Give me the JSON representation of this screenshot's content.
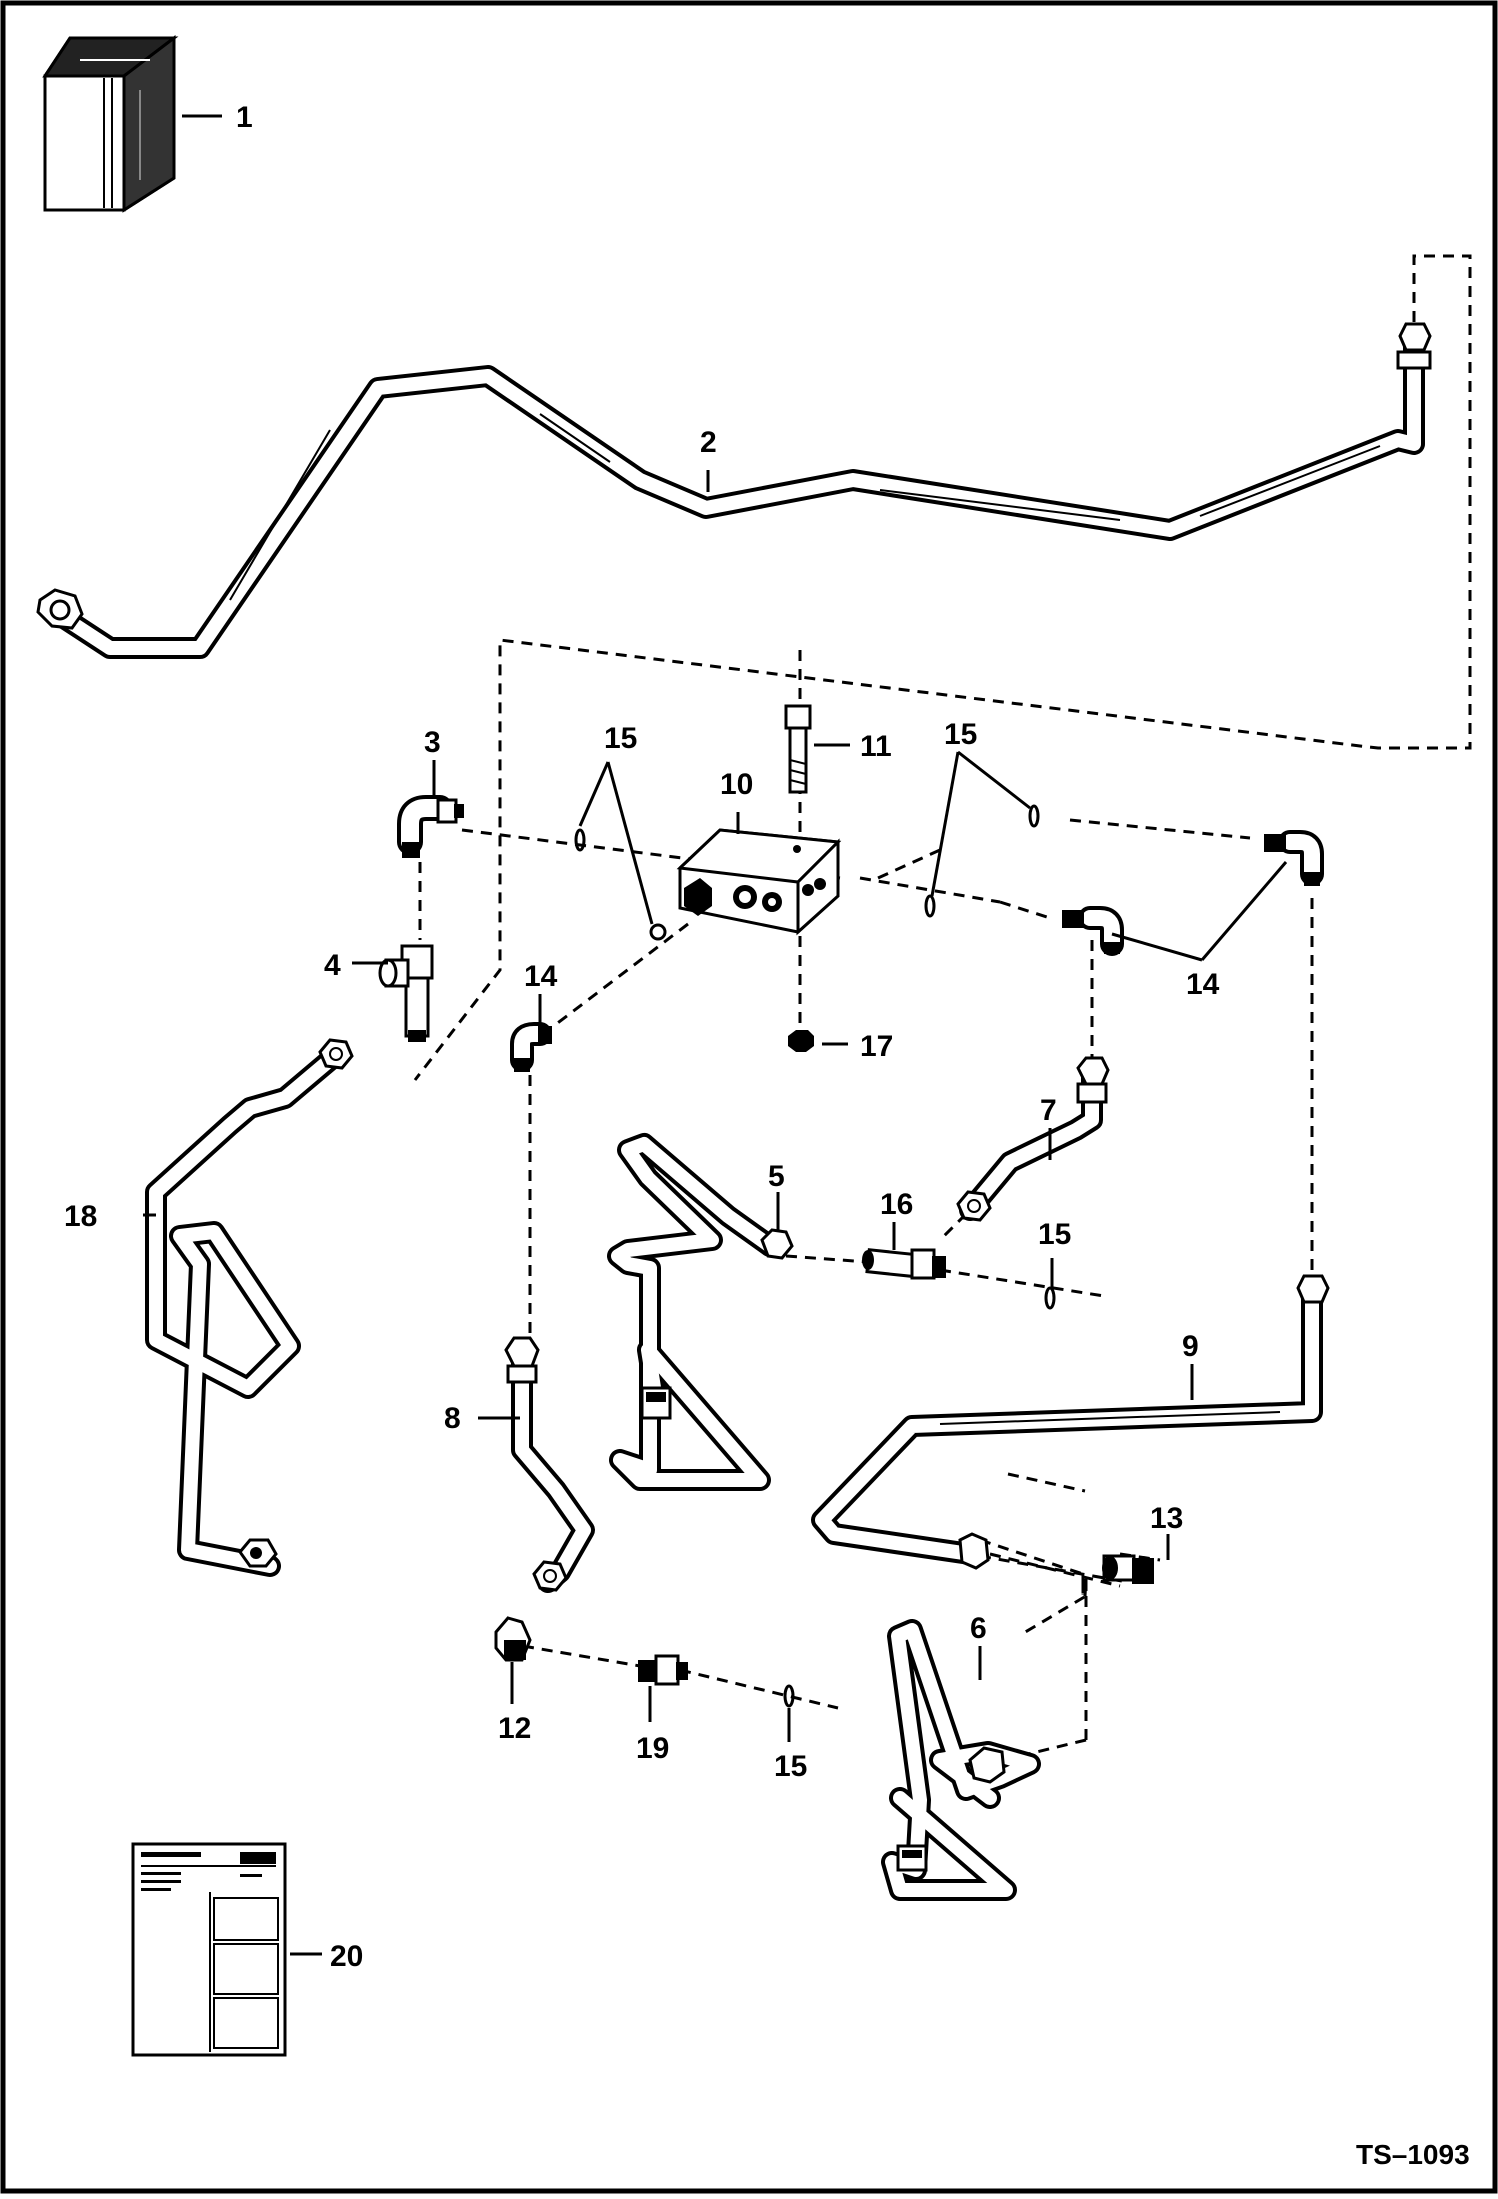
{
  "diagram": {
    "reference": "TS–1093",
    "callouts": [
      "1",
      "2",
      "3",
      "4",
      "5",
      "6",
      "7",
      "8",
      "9",
      "10",
      "11",
      "12",
      "13",
      "14",
      "14",
      "15",
      "15",
      "15",
      "15",
      "16",
      "17",
      "18",
      "19",
      "20"
    ]
  }
}
